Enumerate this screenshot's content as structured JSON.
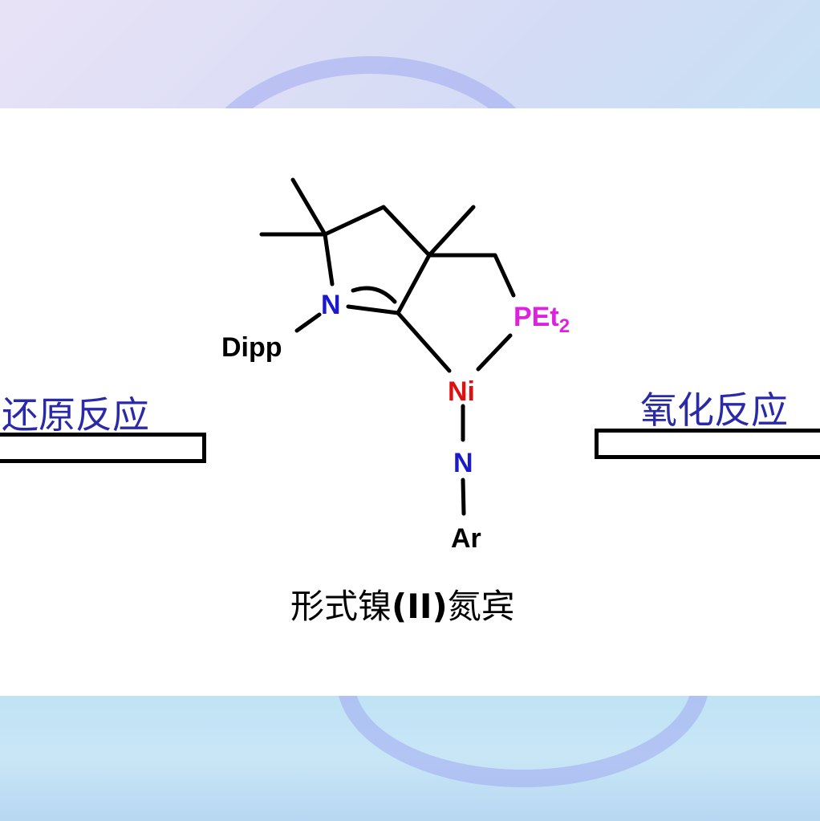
{
  "labels": {
    "left": "还原反应",
    "right": "氧化反应"
  },
  "caption": {
    "prefix": "形式镍",
    "oxidation_state": "(II)",
    "suffix": "氮宾"
  },
  "atoms": {
    "n_ring": "N",
    "dipp": "Dipp",
    "p_symbol": "PEt",
    "p_subscript": "2",
    "ni": "Ni",
    "n_imido": "N",
    "ar": "Ar"
  },
  "colors": {
    "n_ring": "#1a1acc",
    "n_imido": "#1a1acc",
    "ni": "#dd1111",
    "phosphorus": "#dd22dd",
    "label_text": "#2a2aa8"
  }
}
